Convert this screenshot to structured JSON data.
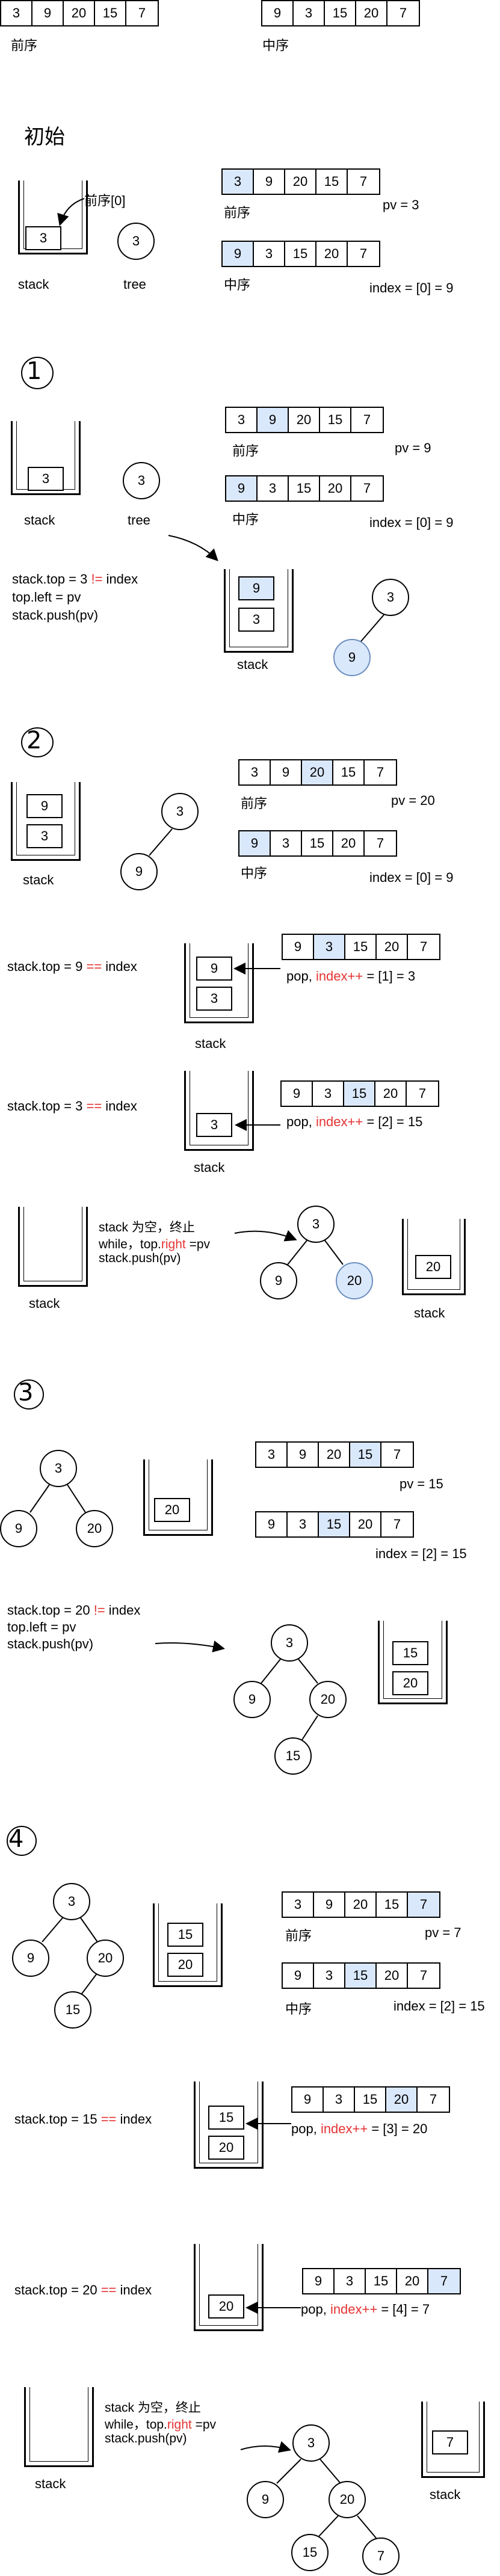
{
  "top": {
    "preorder": {
      "cells": [
        "3",
        "9",
        "20",
        "15",
        "7"
      ],
      "label": "前序"
    },
    "inorder": {
      "cells": [
        "9",
        "3",
        "15",
        "20",
        "7"
      ],
      "label": "中序"
    }
  },
  "s0": {
    "title": "初始",
    "annotation": "前序[0]",
    "stack_label": "stack",
    "tree_label": "tree",
    "stack_items": [
      "3"
    ],
    "tree_node": "3",
    "pre_label": "前序",
    "pv": "pv = 3",
    "in_label": "中序",
    "index": "index = [0] = 9",
    "pre_cells": [
      "3",
      "9",
      "20",
      "15",
      "7"
    ],
    "in_cells": [
      "9",
      "3",
      "15",
      "20",
      "7"
    ]
  },
  "s1": {
    "step": "1",
    "stack_label": "stack",
    "tree_label": "tree",
    "stack_items": [
      "3"
    ],
    "tree_node": "3",
    "pre_label": "前序",
    "pv": "pv = 9",
    "in_label": "中序",
    "index": "index = [0] = 9",
    "code": [
      "stack.top = 3 ",
      "!=",
      " index",
      "top.left = pv",
      "stack.push(pv)"
    ],
    "stack2_items": [
      "9",
      "3"
    ],
    "stack2_label": "stack",
    "tree2_nodes": [
      "3",
      "9"
    ]
  },
  "s2": {
    "step": "2",
    "stack_label": "stack",
    "stack_items": [
      "9",
      "3"
    ],
    "tree_nodes": [
      "3",
      "9"
    ],
    "pre_label": "前序",
    "pv": "pv = 20",
    "in_label": "中序",
    "index": "index = [0] = 9",
    "a_text": "stack.top = 9 ",
    "a_op": "==",
    "a_tail": " index",
    "a_stack": [
      "9",
      "3"
    ],
    "a_stack_label": "stack",
    "a_pop1": "pop, ",
    "a_pop2": "index++",
    "a_pop3": " = [1] = 3",
    "b_text": "stack.top = 3 ",
    "b_op": "==",
    "b_tail": " index",
    "b_stack": [
      "3"
    ],
    "b_stack_label": "stack",
    "b_pop1": "pop, ",
    "b_pop2": "index++",
    "b_pop3": " = [2] = 15",
    "c_stack_label": "stack",
    "c_l1": "stack  为空，终止",
    "c_l2a": "while，top.",
    "c_l2b": "right",
    "c_l2c": " =pv",
    "c_l3": "stack.push(pv)",
    "c_tree": [
      "3",
      "9",
      "20"
    ],
    "c_stack2": [
      "20"
    ],
    "c_stack2_label": "stack"
  },
  "s3": {
    "step": "3",
    "tree": [
      "3",
      "9",
      "20"
    ],
    "stack_items": [
      "20"
    ],
    "pv": "pv = 15",
    "index": "index = [2] = 15",
    "code1a": "stack.top = 20 ",
    "code1b": "!=",
    "code1c": " index",
    "code2": "top.left = pv",
    "code3": "stack.push(pv)",
    "tree2": [
      "3",
      "9",
      "20",
      "15"
    ],
    "stack2": [
      "15",
      "20"
    ]
  },
  "s4": {
    "step": "4",
    "tree": [
      "3",
      "9",
      "20",
      "15"
    ],
    "stack_items": [
      "15",
      "20"
    ],
    "pre_label": "前序",
    "pv": "pv = 7",
    "in_label": "中序",
    "index": "index = [2] = 15",
    "a_text": "stack.top = 15 ",
    "a_op": "==",
    "a_tail": " index",
    "a_stack": [
      "15",
      "20"
    ],
    "a_pop1": "pop, ",
    "a_pop2": "index++",
    "a_pop3": " = [3] = 20",
    "b_text": "stack.top = 20 ",
    "b_op": "==",
    "b_tail": " index",
    "b_stack": [
      "20"
    ],
    "b_pop1": "pop, ",
    "b_pop2": "index++",
    "b_pop3": " = [4] = 7",
    "c_stack_label": "stack",
    "c_l1": "stack  为空，终止",
    "c_l2a": "while，top.",
    "c_l2b": "right",
    "c_l2c": " =pv",
    "c_l3": "stack.push(pv)",
    "c_tree": [
      "3",
      "9",
      "20",
      "15",
      "7"
    ],
    "c_stack2": [
      "7"
    ],
    "c_stack2_label": "stack"
  },
  "colors": {
    "highlight": "#dae8fc",
    "highlight_border": "#6c8ebf",
    "operator": "#e53333"
  }
}
